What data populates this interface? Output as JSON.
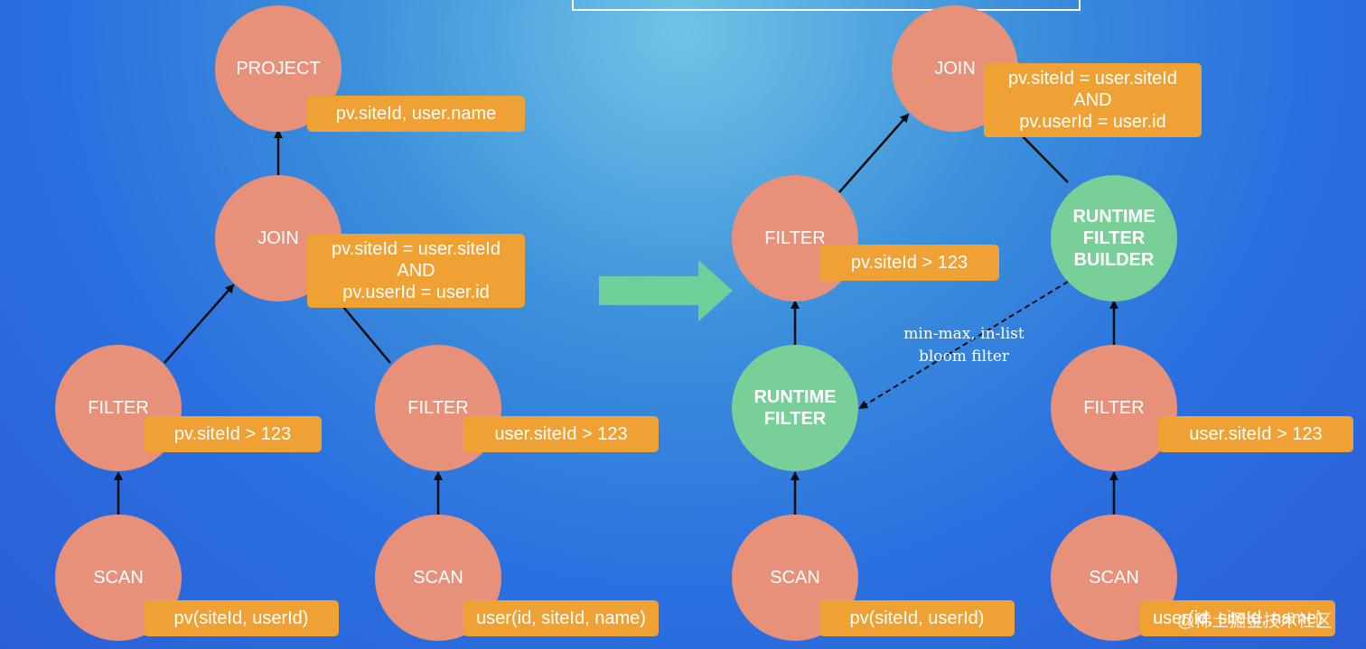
{
  "colors": {
    "operator_node": "#e8917a",
    "runtime_node": "#78cf98",
    "predicate_tag": "#f0a133",
    "transform_arrow": "#6fcf98",
    "edge": "#0d0d0d"
  },
  "left_plan": {
    "project": {
      "label": "PROJECT",
      "tag": "pv.siteId, user.name"
    },
    "join": {
      "label": "JOIN",
      "tag": "pv.siteId = user.siteId\nAND\npv.userId = user.id"
    },
    "filter_pv": {
      "label": "FILTER",
      "tag": "pv.siteId > 123"
    },
    "filter_user": {
      "label": "FILTER",
      "tag": "user.siteId > 123"
    },
    "scan_pv": {
      "label": "SCAN",
      "tag": "pv(siteId, userId)"
    },
    "scan_user": {
      "label": "SCAN",
      "tag": "user(id, siteId, name)"
    }
  },
  "right_plan": {
    "join": {
      "label": "JOIN",
      "tag": "pv.siteId = user.siteId\nAND\npv.userId = user.id"
    },
    "filter_pv": {
      "label": "FILTER",
      "tag": "pv.siteId > 123"
    },
    "runtime_filter_builder": {
      "label": "RUNTIME\nFILTER\nBUILDER"
    },
    "runtime_filter": {
      "label": "RUNTIME\nFILTER"
    },
    "filter_user": {
      "label": "FILTER",
      "tag": "user.siteId > 123"
    },
    "scan_pv": {
      "label": "SCAN",
      "tag": "pv(siteId, userId)"
    },
    "scan_user": {
      "label": "SCAN",
      "tag": "user(id, siteId, name)"
    }
  },
  "runtime_filter_annotation": "min-max, in-list\nbloom filter",
  "watermark": "@稀土掘金技术社区",
  "icons": {
    "transform_arrow": "right-arrow-icon"
  }
}
